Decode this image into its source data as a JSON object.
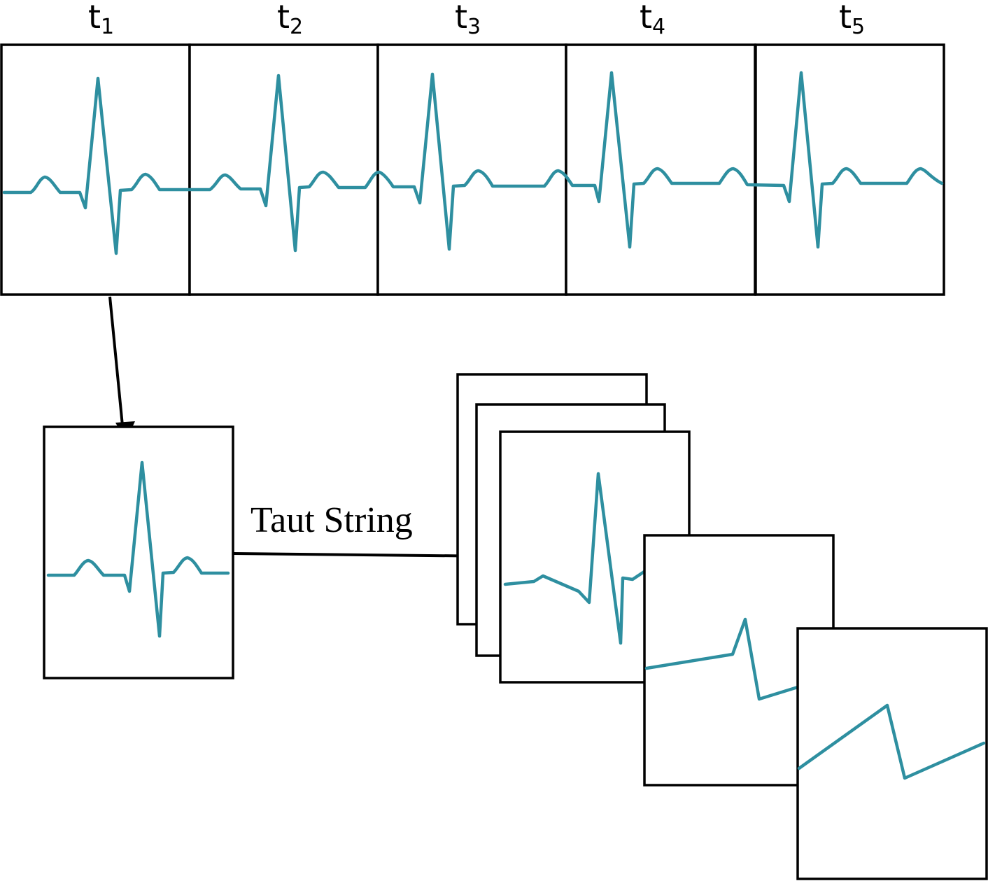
{
  "colors": {
    "signal": "#2e8fa0",
    "frame": "#000000",
    "arrow": "#000000"
  },
  "time_labels": [
    {
      "base": "t",
      "sub": "1"
    },
    {
      "base": "t",
      "sub": "2"
    },
    {
      "base": "t",
      "sub": "3"
    },
    {
      "base": "t",
      "sub": "4"
    },
    {
      "base": "t",
      "sub": "5"
    }
  ],
  "method_label": "Taut String"
}
